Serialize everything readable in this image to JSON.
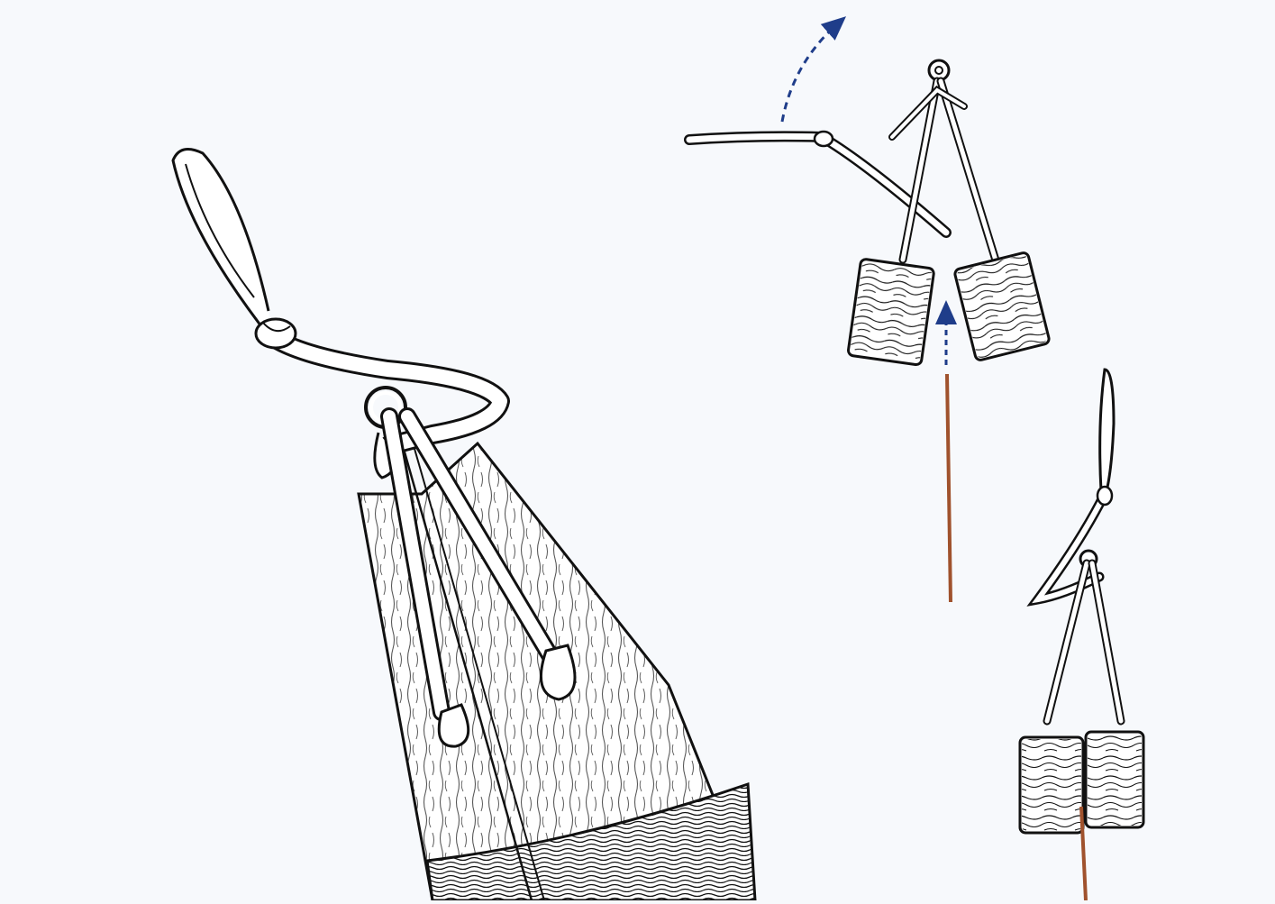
{
  "illustration": {
    "panels": [
      {
        "name": "large-view",
        "subject": "toggle-loop-in-wood"
      },
      {
        "name": "open-state",
        "subject": "wooden-blocks-separated"
      },
      {
        "name": "closed-state",
        "subject": "wooden-blocks-joined"
      }
    ],
    "colors": {
      "paper": "#f7f9fc",
      "ink": "#111111",
      "rope": "#ffffff",
      "arrow": "#1f3d8a",
      "pin": "#a0522d",
      "wood": "#ffffff"
    }
  }
}
